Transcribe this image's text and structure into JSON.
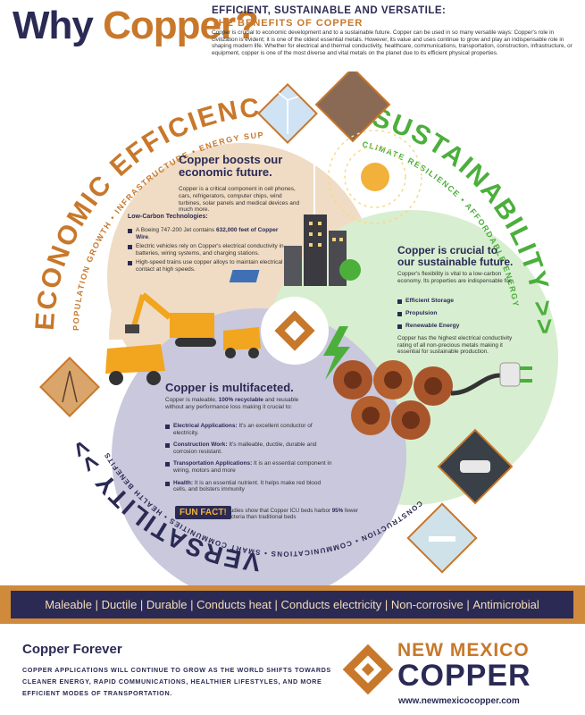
{
  "header": {
    "why": "Why",
    "copper": "Copper?",
    "headline": "EFFICIENT, SUSTAINABLE AND VERSATILE:",
    "subhead": "THE BENEFITS OF COPPER",
    "intro": "Copper is crucial to economic development and to a sustainable future. Copper can be used in so many versatile ways: Copper's role in civilization is evident; it is one of the oldest essential metals. However, its value and uses continue to grow and play an indispensable role in shaping modern life. Whether for electrical and thermal conductivity, healthcare, communications, transportation, construction, infrastructure, or equipment, copper is one of the most diverse and vital metals on the planet due to its efficient physical properties."
  },
  "arcs": {
    "economic_title": "ECONOMIC EFFICIENCY >>",
    "economic_sub": "POPULATION GROWTH • INFRASTRUCTURE • ENERGY SUPPLY",
    "sustain_title": "SUSTAINABILITY >>",
    "sustain_sub": "CLIMATE RESILIENCE • AFFORDABLE ENERGY",
    "versatility_title": "VERSATILITY >>",
    "versatility_sub": "CONSTRUCTION • COMMUNICATIONS • SMART COMMUNITIES • HEALTH BENEFITS"
  },
  "economic": {
    "heading": "Copper boosts our economic future.",
    "body": "Copper is a critical component in cell phones, cars, refrigerators, computer chips, wind turbines, solar panels and medical devices and much more.",
    "lowcarbon_title": "Low-Carbon Technologies:",
    "items": [
      {
        "pre": "A Boeing 747-200 Jet contains ",
        "hl": "632,000 feet of Copper Wire",
        "post": "."
      },
      {
        "pre": "Electric vehicles rely on Copper's electrical conductivity in batteries, wiring systems, and charging stations.",
        "hl": "",
        "post": ""
      },
      {
        "pre": "High-speed trains use copper alloys to maintain electrical contact at high speeds.",
        "hl": "",
        "post": ""
      }
    ]
  },
  "sustainability": {
    "heading": "Copper is crucial to our sustainable future.",
    "body": "Copper's flexibility is vital to a low-carbon economy. Its properties are indispensable for:",
    "items": [
      "Efficient Storage",
      "Propulsion",
      "Renewable Energy"
    ],
    "footer": "Copper has the highest electrical conductivity rating of all non-precious metals making it essential for sustainable production."
  },
  "versatility": {
    "heading": "Copper is multifaceted.",
    "body_pre": "Copper is maleable, ",
    "body_hl": "100% recyclable",
    "body_post": " and reusable without any performance loss making it crucial to:",
    "items": [
      {
        "label": "Electrical Applications:",
        "text": " It's an excellent conductor of electricity."
      },
      {
        "label": "Construction Work:",
        "text": " It's malleable, ductile, durable and corrosion resistant."
      },
      {
        "label": "Transportation Applications:",
        "text": " It is an essential component in wiring, motors and more"
      },
      {
        "label": "Health:",
        "text": " It is an essential nutrient. It helps make red blood cells, and bolsters immunity"
      }
    ]
  },
  "funfact": {
    "label": "FUN FACT!",
    "pre": "Studies show that Copper ICU beds harbor ",
    "hl": "95%",
    "post": " fewer bacteria than traditional beds"
  },
  "properties": [
    "Maleable",
    "Ductile",
    "Durable",
    "Conducts heat",
    "Conducts electricity",
    "Non-corrosive",
    "Antimicrobial"
  ],
  "footer": {
    "title": "Copper Forever",
    "body": "COPPER APPLICATIONS WILL CONTINUE TO GROW AS THE WORLD SHIFTS TOWARDS CLEANER ENERGY, RAPID COMMUNICATIONS, HEALTHIER LIFESTYLES, AND MORE EFFICIENT MODES OF TRANSPORTATION.",
    "brand_top": "NEW MEXICO",
    "brand_bottom": "COPPER",
    "url": "www.newmexicocopper.com"
  },
  "colors": {
    "navy": "#2a2a55",
    "copper": "#c8782a",
    "green": "#4caf3c",
    "tan": "#f0dcc4",
    "lavender": "#c9c8dc",
    "mint": "#d8eed0"
  }
}
